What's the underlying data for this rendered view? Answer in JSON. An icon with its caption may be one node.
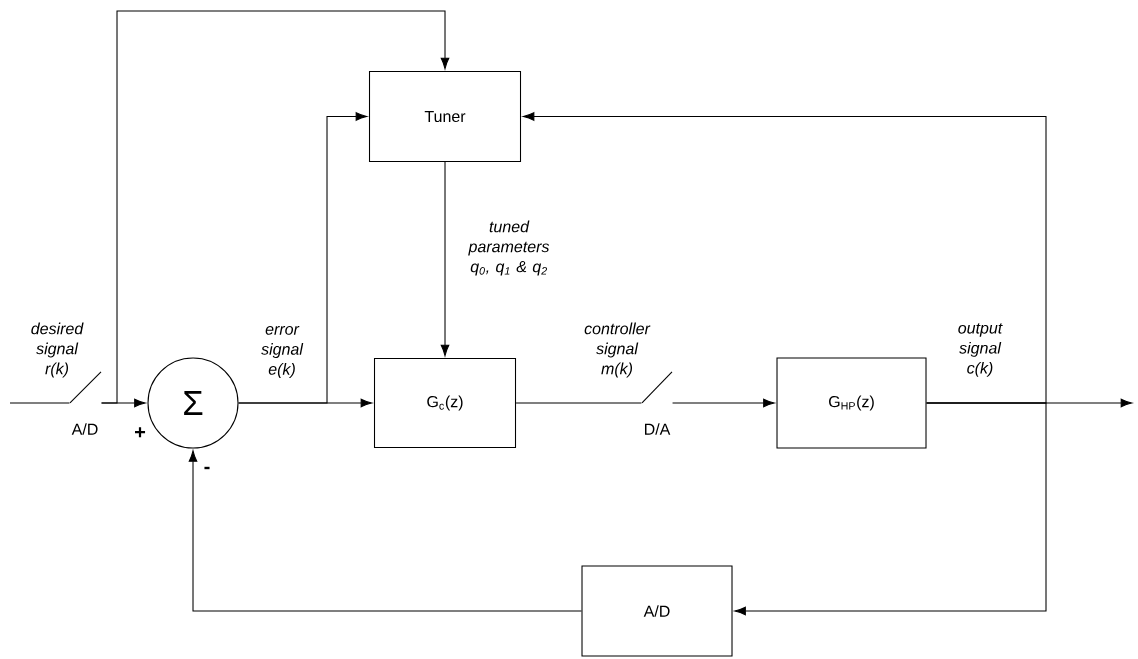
{
  "diagram": {
    "nodes": [
      {
        "text": [
          "Tuner"
        ]
      },
      {
        "text": [],
        "shape": "switch",
        "beside": [
          "A/D"
        ]
      },
      {
        "text": [
          "Σ"
        ]
      },
      {
        "text": [
          "G$_{c}$(z)"
        ]
      },
      {
        "text": [],
        "shape": "switch",
        "beside": [
          "D/A"
        ]
      },
      {
        "text": [
          "G$_{HP}$(z)"
        ]
      },
      {
        "text": [
          "A/D"
        ]
      }
    ],
    "edges": [
      {
        "from": null,
        "to": 1,
        "arrow": "none",
        "label": "desired signal r(k)"
      },
      {
        "from": 1,
        "to": 2,
        "arrow": "to"
      },
      {
        "from": 1,
        "to": 0,
        "arrow": "to"
      },
      {
        "from": 2,
        "to": 3,
        "arrow": "to",
        "label": "error signal e(k)"
      },
      {
        "from": 2,
        "to": 0,
        "arrow": "to"
      },
      {
        "from": 0,
        "to": 3,
        "arrow": "to",
        "label": "tuned parameters q$_{0}$, q$_{1}$ & q$_{2}$"
      },
      {
        "from": 3,
        "to": 4,
        "arrow": "none",
        "label": "controller signal m(k)"
      },
      {
        "from": 4,
        "to": 5,
        "arrow": "to"
      },
      {
        "from": 5,
        "to": null,
        "arrow": "to",
        "label": "output signal c(k)"
      },
      {
        "from": 5,
        "to": 0,
        "arrow": "to"
      },
      {
        "from": 5,
        "to": 6,
        "arrow": "to"
      },
      {
        "from": 6,
        "to": 2,
        "arrow": "to"
      }
    ],
    "labels": [
      "+",
      "-"
    ]
  }
}
